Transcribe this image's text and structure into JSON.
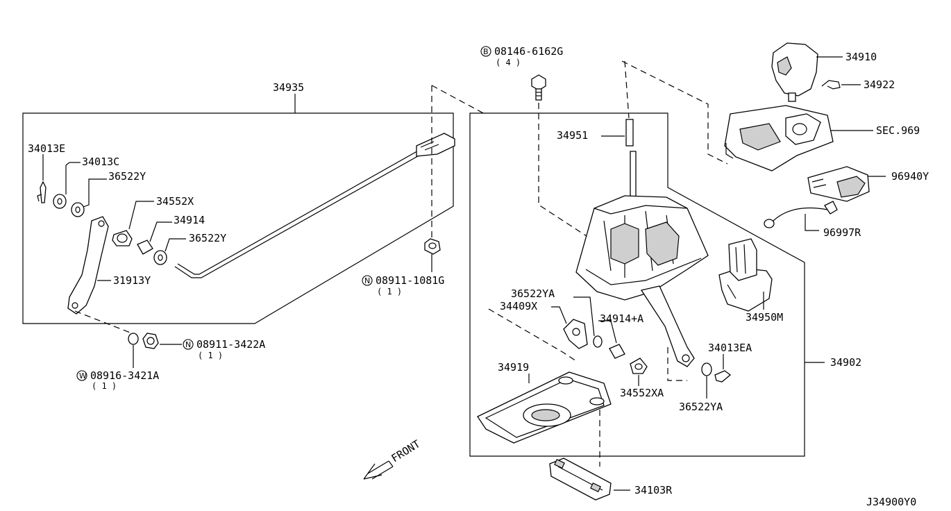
{
  "diagram_id": "J34900Y0",
  "direction_label": "FRONT",
  "parts": {
    "p34935": "34935",
    "p34013E": "34013E",
    "p34013C": "34013C",
    "p36522Y_a": "36522Y",
    "p34552X": "34552X",
    "p34914": "34914",
    "p36522Y_b": "36522Y",
    "p31913Y": "31913Y",
    "p08911_1081G": "08911-1081G",
    "p08911_1081G_qty": "( 1 )",
    "p08911_3422A": "08911-3422A",
    "p08911_3422A_qty": "( 1 )",
    "p08916_3421A": "08916-3421A",
    "p08916_3421A_qty": "( 1 )",
    "p08146_6162G": "08146-6162G",
    "p08146_6162G_qty": "( 4 )",
    "p34951": "34951",
    "p36522YA_a": "36522YA",
    "p34409X": "34409X",
    "p34914A": "34914+A",
    "p34919": "34919",
    "p34552XA": "34552XA",
    "p36522YA_b": "36522YA",
    "p34013EA": "34013EA",
    "p34902": "34902",
    "p34950M": "34950M",
    "p34910": "34910",
    "p34922": "34922",
    "pSEC969": "SEC.969",
    "p96940Y": "96940Y",
    "p96997R": "96997R",
    "p34103R": "34103R"
  },
  "circle_markers": {
    "bolt": "B",
    "nut": "N",
    "washer": "W"
  }
}
